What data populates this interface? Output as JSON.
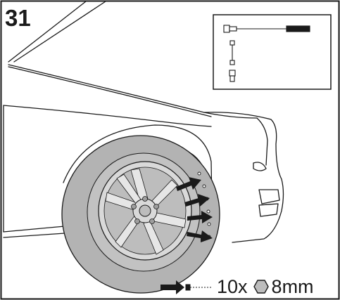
{
  "step": {
    "number": "31"
  },
  "fastener": {
    "count": "10x",
    "size": "8mm"
  },
  "icons": {
    "tool": "socket-wrench-extension-icon",
    "screw": "screw-icon",
    "hex": "hex-head-icon",
    "arrow": "direction-arrow-icon"
  },
  "colors": {
    "line": "#1a1a1a",
    "tire": "#b3b3b3",
    "rim": "#d4d4d4",
    "background": "#ffffff"
  }
}
